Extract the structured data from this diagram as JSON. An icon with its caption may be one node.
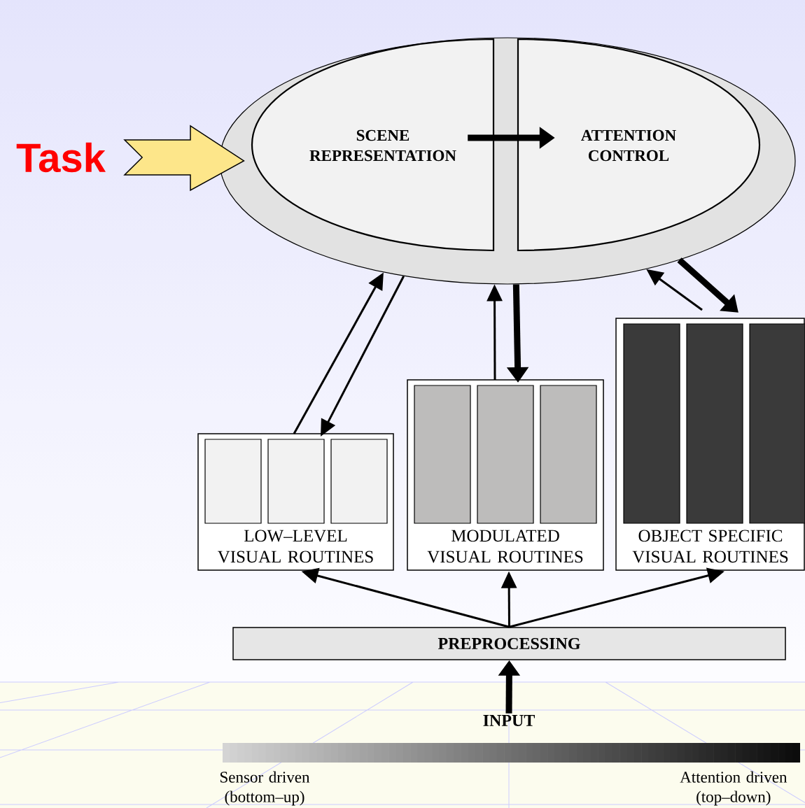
{
  "diagram": {
    "nodes": [
      {
        "text": [],
        "shape": "ellipse"
      },
      {
        "text": [
          "SCENE REPRESENTATION"
        ],
        "in": 0
      },
      {
        "text": [
          "ATTENTION CONTROL"
        ],
        "in": 0
      },
      {
        "text": [
          "Task"
        ]
      },
      {
        "text": [
          "LOW–LEVEL VISUAL ROUTINES"
        ]
      },
      {
        "text": [
          "MODULATED VISUAL ROUTINES"
        ]
      },
      {
        "text": [
          "OBJECT SPECIFIC VISUAL ROUTINES"
        ]
      },
      {
        "text": [
          "PREPROCESSING"
        ]
      },
      {
        "text": [
          "INPUT"
        ]
      }
    ],
    "edges": [
      {
        "from": 3,
        "to": 0,
        "arrow": "to",
        "style": "thick",
        "color": "#fde68a"
      },
      {
        "from": 1,
        "to": 2,
        "arrow": "to",
        "style": "thick"
      },
      {
        "from": 4,
        "to": 0,
        "arrow": "to"
      },
      {
        "from": 0,
        "to": 4,
        "arrow": "to"
      },
      {
        "from": 5,
        "to": 0,
        "arrow": "to"
      },
      {
        "from": 0,
        "to": 5,
        "arrow": "to",
        "style": "thick"
      },
      {
        "from": 6,
        "to": 0,
        "arrow": "to"
      },
      {
        "from": 0,
        "to": 6,
        "arrow": "to",
        "style": "thick"
      },
      {
        "from": 7,
        "to": 4,
        "arrow": "to"
      },
      {
        "from": 7,
        "to": 5,
        "arrow": "to"
      },
      {
        "from": 7,
        "to": 6,
        "arrow": "to"
      },
      {
        "from": 8,
        "to": 7,
        "arrow": "to",
        "style": "thick"
      }
    ],
    "labels": [
      "Sensor driven (bottom–up)",
      "Attention driven (top–down)"
    ]
  }
}
